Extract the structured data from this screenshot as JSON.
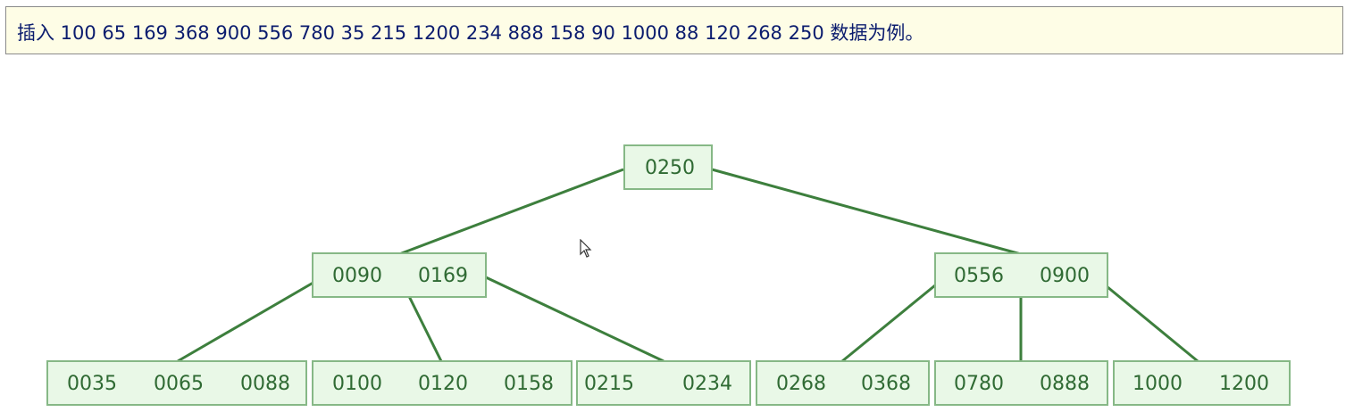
{
  "banner": {
    "text": "插入 100 65 169 368 900 556 780 35 215 1200 234 888 158 90 1000 88 120 268 250 数据为例。"
  },
  "tree": {
    "root": {
      "keys": [
        "0250"
      ]
    },
    "internal": [
      {
        "keys": [
          "0090",
          "0169"
        ]
      },
      {
        "keys": [
          "0556",
          "0900"
        ]
      }
    ],
    "leaves": [
      {
        "keys": [
          "0035",
          "0065",
          "0088"
        ]
      },
      {
        "keys": [
          "0100",
          "0120",
          "0158"
        ]
      },
      {
        "keys": [
          "0215",
          "0234"
        ]
      },
      {
        "keys": [
          "0268",
          "0368"
        ]
      },
      {
        "keys": [
          "0780",
          "0888"
        ]
      },
      {
        "keys": [
          "1000",
          "1200"
        ]
      }
    ]
  },
  "colors": {
    "edge": "#3d7f3d",
    "node_fill": "#e9f8e7",
    "node_border": "#86b886",
    "text": "#2f6a33"
  }
}
